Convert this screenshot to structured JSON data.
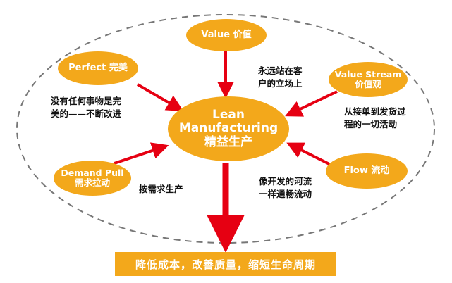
{
  "center": {
    "line1": "Lean",
    "line2": "Manufacturing",
    "line3": "精益生产"
  },
  "principles": {
    "value": {
      "label": "Value 价值",
      "note": "永远站在客\n户的立场上"
    },
    "value_stream": {
      "label_en": "Value Stream",
      "label_zh": "价值观",
      "note": "从接单到发货过\n程的一切活动"
    },
    "flow": {
      "label": "Flow 流动",
      "note": "像开发的河流\n一样通畅流动"
    },
    "demand_pull": {
      "label_en": "Demand Pull",
      "label_zh": "需求拉动",
      "note": "按需求生产"
    },
    "perfect": {
      "label": "Perfect 完美",
      "note": "没有任何事物是完\n美的——不断改进"
    }
  },
  "result": "降低成本，改善质量，缩短生命周期",
  "colors": {
    "node_fill": "#f3a81b",
    "arrow": "#e60012",
    "ellipse": "#777777"
  }
}
